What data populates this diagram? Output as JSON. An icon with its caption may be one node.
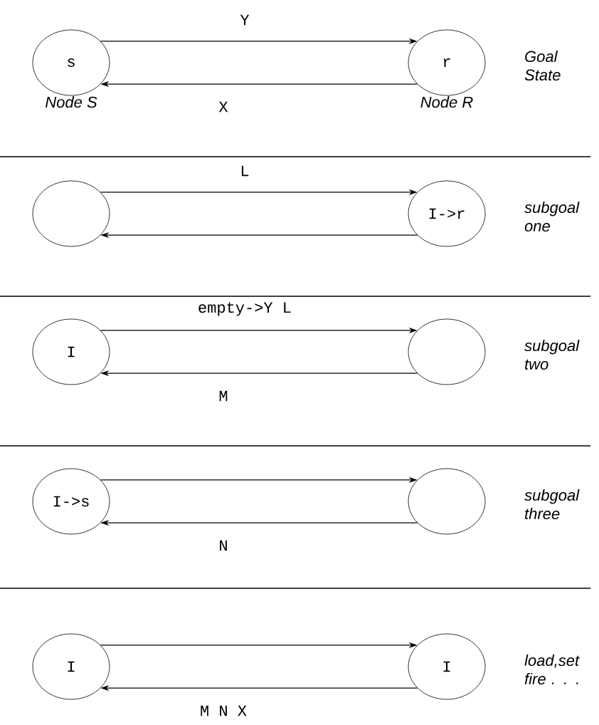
{
  "diagram": {
    "nodes": [
      {
        "text": [
          "s"
        ],
        "beside": [
          "Node S"
        ]
      },
      {
        "text": [
          "r"
        ],
        "beside": [
          "Node R"
        ]
      },
      {
        "text": [],
        "shape": "circle"
      },
      {
        "text": [
          "I->r"
        ]
      },
      {
        "text": [
          "I"
        ]
      },
      {
        "text": [],
        "shape": "circle"
      },
      {
        "text": [
          "I->s"
        ]
      },
      {
        "text": [],
        "shape": "circle"
      },
      {
        "text": [
          "I"
        ]
      },
      {
        "text": [
          "I"
        ]
      }
    ],
    "edges": [
      {
        "from": 0,
        "to": 1,
        "arrow": "to",
        "label": "Y"
      },
      {
        "from": 1,
        "to": 0,
        "arrow": "to",
        "label": "X"
      },
      {
        "from": 2,
        "to": 3,
        "arrow": "to",
        "label": "L"
      },
      {
        "from": 3,
        "to": 2,
        "arrow": "to"
      },
      {
        "from": 4,
        "to": 5,
        "arrow": "to",
        "label": "empty->Y L"
      },
      {
        "from": 5,
        "to": 4,
        "arrow": "to",
        "label": "M"
      },
      {
        "from": 6,
        "to": 7,
        "arrow": "to"
      },
      {
        "from": 7,
        "to": 6,
        "arrow": "to",
        "label": "N"
      },
      {
        "from": 8,
        "to": 9,
        "arrow": "to"
      },
      {
        "from": 9,
        "to": 8,
        "arrow": "to",
        "label": "M N X"
      }
    ],
    "labels": [
      "Goal State",
      "subgoal one",
      "subgoal two",
      "subgoal three",
      "load,set fire . . ."
    ]
  }
}
